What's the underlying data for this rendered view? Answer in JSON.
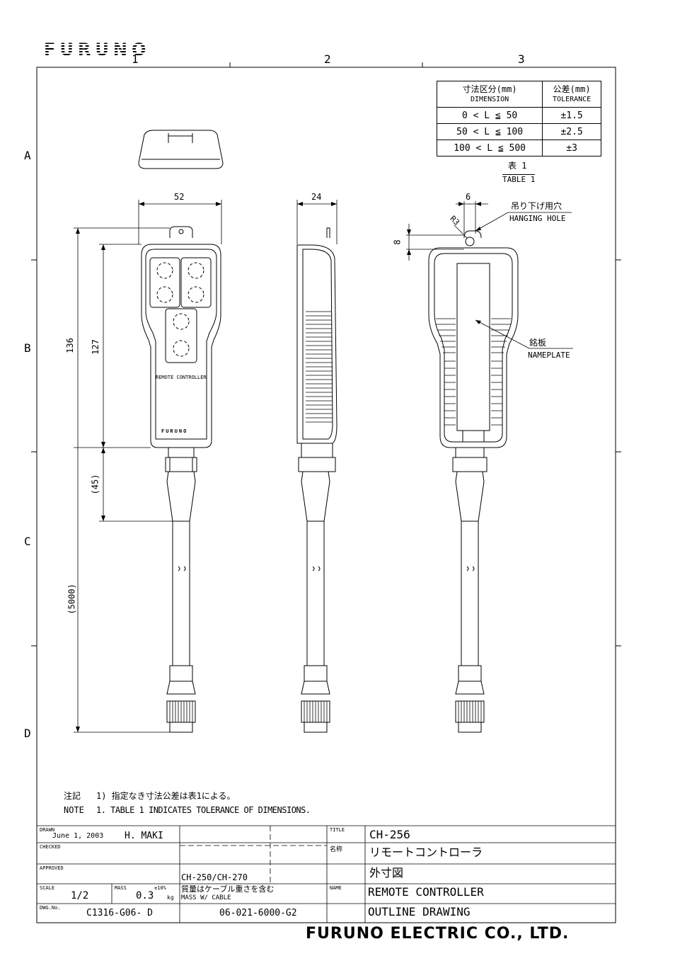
{
  "brand": "FURUNO",
  "company": "FURUNO ELECTRIC CO., LTD.",
  "columns": [
    "1",
    "2",
    "3"
  ],
  "rows": [
    "A",
    "B",
    "C",
    "D"
  ],
  "tolerance_table": {
    "header_jp": [
      "寸法区分(mm)",
      "公差(mm)"
    ],
    "header_en": [
      "DIMENSION",
      "TOLERANCE"
    ],
    "rows": [
      [
        "0 < L ≦ 50",
        "±1.5"
      ],
      [
        "50 < L ≦ 100",
        "±2.5"
      ],
      [
        "100 < L ≦ 500",
        "±3"
      ]
    ],
    "caption_jp": "表 1",
    "caption_en": "TABLE 1"
  },
  "dimensions": {
    "width": "52",
    "depth": "24",
    "hole_spacing": "6",
    "radius": "R3",
    "hole_offset": "8",
    "overall_height": "136",
    "body_height": "127",
    "strain_relief": "(45)",
    "cable_length": "(5000)"
  },
  "callouts": {
    "hanging_hole_jp": "吊り下げ用穴",
    "hanging_hole_en": "HANGING HOLE",
    "nameplate_jp": "銘板",
    "nameplate_en": "NAMEPLATE",
    "device_label": "REMOTE CONTROLLER",
    "device_logo": "FURUNO"
  },
  "notes": {
    "jp_label": "注記",
    "jp_text": "1) 指定なき寸法公差は表1による。",
    "en_label": "NOTE",
    "en_text": "1. TABLE 1 INDICATES TOLERANCE OF DIMENSIONS."
  },
  "title_block": {
    "drawn_label": "DRAWN",
    "drawn_date": "June 1, 2003",
    "drawn_by": "H. MAKI",
    "checked_label": "CHECKED",
    "approved_label": "APPROVED",
    "scale_label": "SCALE",
    "scale": "1/2",
    "mass_label": "MASS",
    "mass": "0.3",
    "mass_tol": "±10%",
    "mass_unit": "kg",
    "dwg_label": "DWG.No.",
    "dwg_no": "C1316-G06- D",
    "model_alt": "CH-250/CH-270",
    "mass_note_jp": "質量はケーブル重さを含む",
    "mass_note_en": "MASS W/ CABLE",
    "ref_no": "06-021-6000-G2",
    "title_label": "TITLE",
    "title": "CH-256",
    "name_jp_label": "名称",
    "name_jp": "リモートコントローラ",
    "name_jp2": "外寸図",
    "name_label": "NAME",
    "name_en": "REMOTE CONTROLLER",
    "name_en2": "OUTLINE DRAWING"
  }
}
